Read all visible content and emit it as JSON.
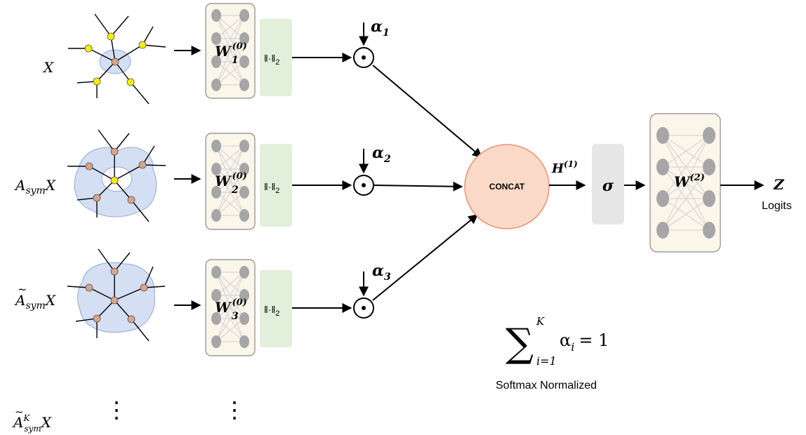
{
  "rows": [
    {
      "input_label": {
        "base": "X",
        "sub": "",
        "sup": "",
        "tilde": false
      },
      "weight": {
        "base": "W",
        "sup": "(0)",
        "sub": "1"
      },
      "norm": {
        "text": "‖·‖",
        "sub": "2"
      },
      "alpha": {
        "base": "α",
        "sub": "1"
      }
    },
    {
      "input_label": {
        "base": "A",
        "sub": "sym",
        "suffix": "X",
        "tilde": false
      },
      "weight": {
        "base": "W",
        "sup": "(0)",
        "sub": "2"
      },
      "norm": {
        "text": "‖·‖",
        "sub": "2"
      },
      "alpha": {
        "base": "α",
        "sub": "2"
      }
    },
    {
      "input_label": {
        "base": "A",
        "sub": "sym",
        "suffix": "X",
        "tilde": true
      },
      "weight": {
        "base": "W",
        "sup": "(0)",
        "sub": "3"
      },
      "norm": {
        "text": "‖·‖",
        "sub": "2"
      },
      "alpha": {
        "base": "α",
        "sub": "3"
      }
    }
  ],
  "last_row_label": {
    "base": "A",
    "sub": "sym",
    "sup": "K",
    "suffix": "X",
    "tilde": true
  },
  "concat_label": "CONCAT",
  "hidden_label": {
    "base": "H",
    "sup": "(1)"
  },
  "activation_label": "σ",
  "output_weight": {
    "base": "W",
    "sup": "(2)"
  },
  "output_label": "Z",
  "logits_label": "Logits",
  "constraint": {
    "sum": "∑",
    "upper": "K",
    "lower": "i=1",
    "term_base": "α",
    "term_sub": "i",
    "rhs": "= 1"
  },
  "softmax_caption": "Softmax Normalized",
  "dots": "⋮",
  "colors": {
    "nn_box_fill": "#fbf6ea",
    "nn_box_stroke": "#8a8a8a",
    "neuron": "#a6a6a6",
    "norm_fill": "#e2efda",
    "concat_fill": "#fbd9c8",
    "concat_stroke": "#e69370",
    "sigma_fill": "#e7e7e7",
    "blob_fill": "#d4dff3",
    "blob_stroke": "#8fa8d9",
    "node_yellow": "#f4f000",
    "node_orange": "#d9a488"
  }
}
